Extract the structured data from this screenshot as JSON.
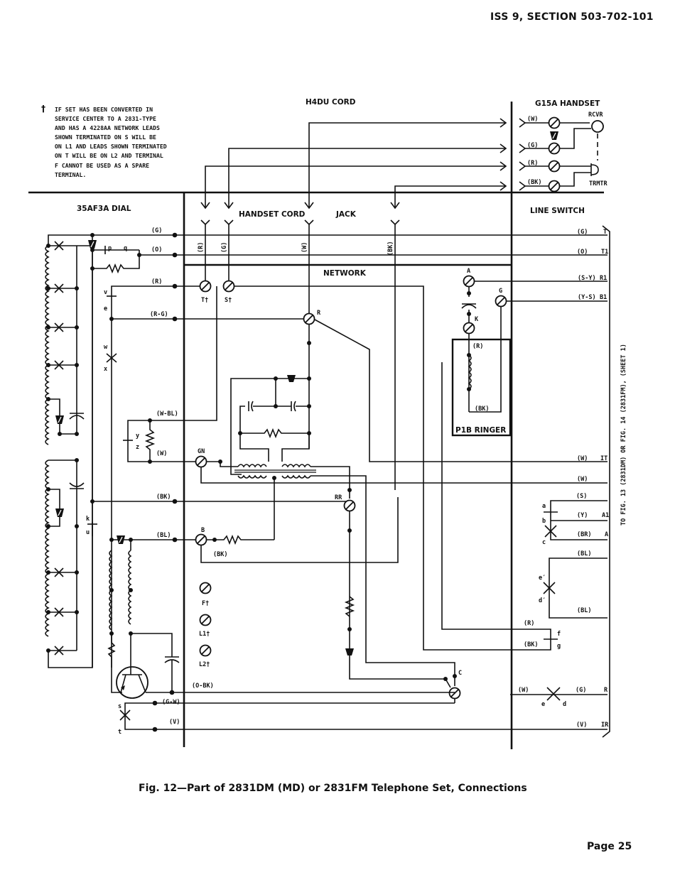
{
  "header": {
    "section": "ISS 9, SECTION 503-702-101"
  },
  "note": {
    "symbol": "†",
    "lines": [
      "IF SET HAS BEEN CONVERTED IN",
      "SERVICE CENTER TO A 2831-TYPE",
      "AND HAS A 4228AA NETWORK LEADS",
      "SHOWN TERMINATED ON S WILL BE",
      "ON L1 AND LEADS SHOWN TERMINATED",
      "ON T WILL BE ON L2 AND TERMINAL",
      "F CANNOT BE USED AS A SPARE",
      "TERMINAL."
    ]
  },
  "sections": {
    "h4du_cord": "H4DU CORD",
    "g15a_handset": "G15A HANDSET",
    "dial": "35AF3A DIAL",
    "handset_cord": "HANDSET CORD",
    "jack": "JACK",
    "line_switch": "LINE SWITCH",
    "network": "NETWORK",
    "ringer": "P1B RINGER"
  },
  "handset": {
    "rcvr": "RCVR",
    "trmtr": "TRMTR",
    "leads": [
      "(W)",
      "(G)",
      "(R)",
      "(BK)"
    ]
  },
  "cord_leads": [
    "(R)",
    "(G)",
    "(W)",
    "(BK)"
  ],
  "dial_leads": {
    "g": "(G)",
    "o": "(O)",
    "r": "(R)",
    "rg": "(R-G)",
    "wbl": "(W-BL)",
    "w": "(W)",
    "bk": "(BK)",
    "bl": "(BL)",
    "obk": "(O-BK)",
    "gw": "(G-W)",
    "v": "(V)",
    "bk2": "(BK)"
  },
  "contacts": {
    "p": "p",
    "q": "q",
    "v": "v",
    "e": "e",
    "w": "w",
    "x": "x",
    "y": "y",
    "z": "z",
    "k": "k",
    "u": "u",
    "s": "s",
    "t": "t"
  },
  "terminals": {
    "T": "T†",
    "S": "S†",
    "R": "R",
    "GN": "GN",
    "B": "B",
    "F": "F†",
    "L1": "L1†",
    "L2": "L2†",
    "RR": "RR",
    "A": "A",
    "K": "K",
    "G": "G",
    "C": "C"
  },
  "ringer_leads": {
    "r": "(R)",
    "bk": "(BK)"
  },
  "line_switch": {
    "rows": [
      {
        "color": "(G)",
        "term": "T"
      },
      {
        "color": "(O)",
        "term": "T1"
      },
      {
        "color": "(S-Y)",
        "term": "R1"
      },
      {
        "color": "(Y-S)",
        "term": "B1"
      },
      {
        "color": "(W)",
        "term": "IT"
      },
      {
        "color": "(W)",
        "term": ""
      },
      {
        "color": "(S)",
        "term": ""
      },
      {
        "color": "(Y)",
        "term": "A1"
      },
      {
        "color": "(BR)",
        "term": "A"
      },
      {
        "color": "(BL)",
        "term": ""
      },
      {
        "color": "(BL)",
        "term": ""
      },
      {
        "color": "(G)",
        "term": "R"
      },
      {
        "color": "(V)",
        "term": "IR"
      }
    ],
    "contacts": {
      "a": "a",
      "b": "b",
      "c": "c",
      "e1": "e′",
      "d1": "d′",
      "f": "f",
      "g": "g",
      "e": "e",
      "d": "d"
    },
    "fg_leads": {
      "r": "(R)",
      "bk": "(BK)"
    },
    "c_lead": "(W)"
  },
  "side_note": "TO FIG. 13 (2831DM) OR FIG. 14 (2831FM), (SHEET 1)",
  "caption": "Fig. 12—Part of 2831DM (MD) or 2831FM Telephone Set, Connections",
  "page": "Page 25"
}
